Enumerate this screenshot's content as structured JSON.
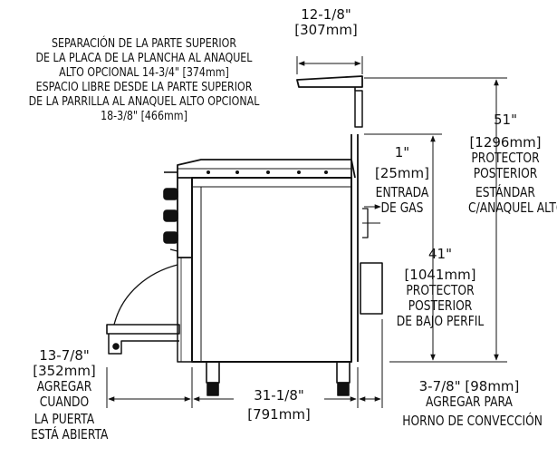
{
  "colors": {
    "ink": "#111111",
    "background": "#ffffff"
  },
  "labels": {
    "top_width": {
      "fraction": "12-1/8\"",
      "mm": "[307mm]"
    },
    "griddle_clearance": [
      "SEPARACIÓN DE LA PARTE SUPERIOR",
      "DE LA PLACA DE LA PLANCHA AL ANAQUEL",
      "ALTO OPCIONAL 14-3/4\" [374mm]",
      "ESPACIO LIBRE DESDE LA PARTE SUPERIOR",
      "DE LA PARRILLA AL ANAQUEL ALTO OPCIONAL",
      "18-3/8\" [466mm]"
    ],
    "total_height": {
      "fraction": "51\"",
      "lines": [
        "[1296mm]",
        "PROTECTOR",
        "POSTERIOR",
        "ESTÁNDAR",
        "C/ANAQUEL ALTO"
      ]
    },
    "gas_inlet": {
      "fraction": "1\"",
      "lines": [
        "[25mm]",
        "ENTRADA",
        "DE GAS"
      ]
    },
    "low_profile": {
      "fraction": "41\"",
      "lines": [
        "[1041mm]",
        "PROTECTOR",
        "POSTERIOR",
        "DE BAJO PERFIL"
      ]
    },
    "door_open": {
      "fraction": "13-7/8\"",
      "lines": [
        "[352mm]",
        "AGREGAR",
        "CUANDO",
        "LA PUERTA",
        "ESTÁ ABIERTA"
      ]
    },
    "depth": {
      "fraction": "31-1/8\"",
      "mm": "[791mm]"
    },
    "convection": {
      "fraction": "3-7/8\" [98mm]",
      "lines": [
        "AGREGAR PARA",
        "HORNO DE CONVECCIÓN"
      ]
    }
  }
}
